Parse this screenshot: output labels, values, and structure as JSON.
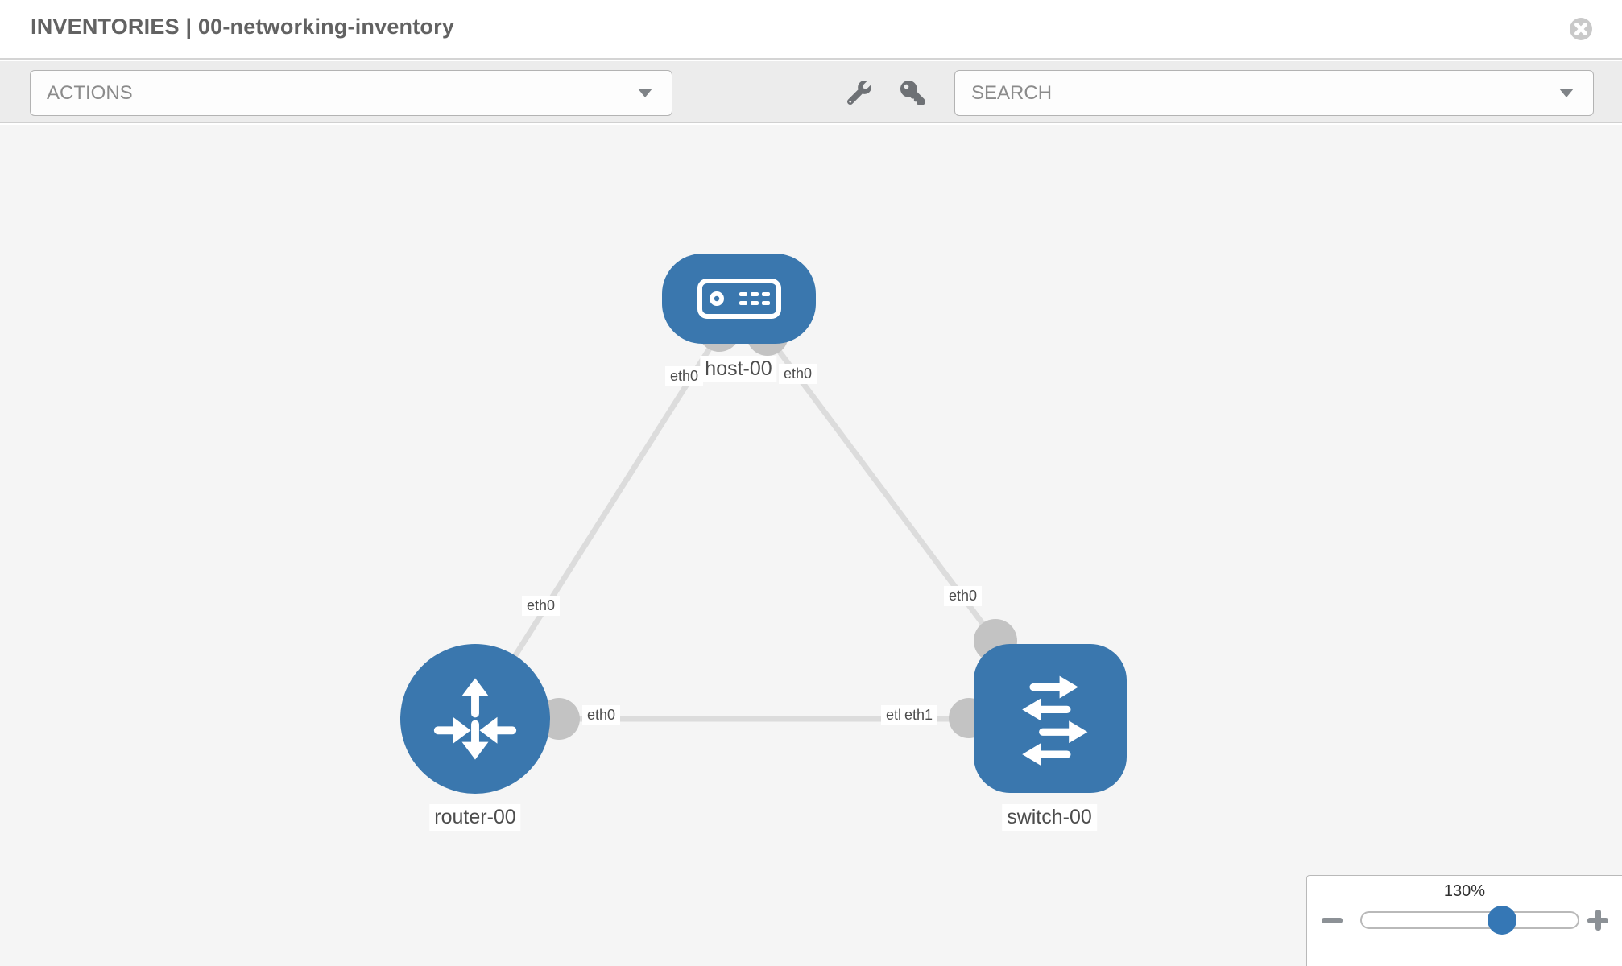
{
  "header": {
    "title": "INVENTORIES | 00-networking-inventory"
  },
  "toolbar": {
    "actions_dropdown": {
      "label": "ACTIONS"
    },
    "search_dropdown": {
      "placeholder": "SEARCH"
    },
    "tools": [
      {
        "icon": "wrench-icon"
      },
      {
        "icon": "key-icon"
      }
    ]
  },
  "topology": {
    "nodes": [
      {
        "id": "host-00",
        "type": "host",
        "label": "host-00"
      },
      {
        "id": "router-00",
        "type": "router",
        "label": "router-00"
      },
      {
        "id": "switch-00",
        "type": "switch",
        "label": "switch-00"
      }
    ],
    "links": [
      {
        "from": "host-00",
        "to": "router-00",
        "from_interface": "eth0",
        "to_interface": "eth0"
      },
      {
        "from": "host-00",
        "to": "switch-00",
        "from_interface": "eth0",
        "to_interface": "eth0"
      },
      {
        "from": "router-00",
        "to": "switch-00",
        "from_interface": "eth0",
        "to_interface": "eth0",
        "to_interface_overlay": "eth1"
      }
    ],
    "labels": {
      "host": "host-00",
      "router": "router-00",
      "switch": "switch-00",
      "host_left_if": "eth0",
      "host_right_if": "eth0",
      "left_link_lower_if": "eth0",
      "right_link_lower_if": "eth0",
      "bottom_link_router_if": "eth0",
      "bottom_link_switch_if_under": "eth0",
      "bottom_link_switch_if_over": "eth1"
    }
  },
  "zoom_control": {
    "level": "130%"
  },
  "icons": {
    "close": "close-icon",
    "wrench": "wrench-icon",
    "key": "key-icon",
    "caret": "chevron-down-icon",
    "minus": "zoom-out-icon",
    "plus": "zoom-in-icon",
    "host": "host-icon",
    "router": "router-icon",
    "switch": "switch-icon"
  },
  "colors": {
    "node_blue": "#3a77ae",
    "slider_blue": "#3577b5",
    "link_gray": "#dcdcdc",
    "interface_gray": "#c3c3c3",
    "canvas_bg": "#f5f5f5",
    "toolbar_bg": "#ececec"
  }
}
